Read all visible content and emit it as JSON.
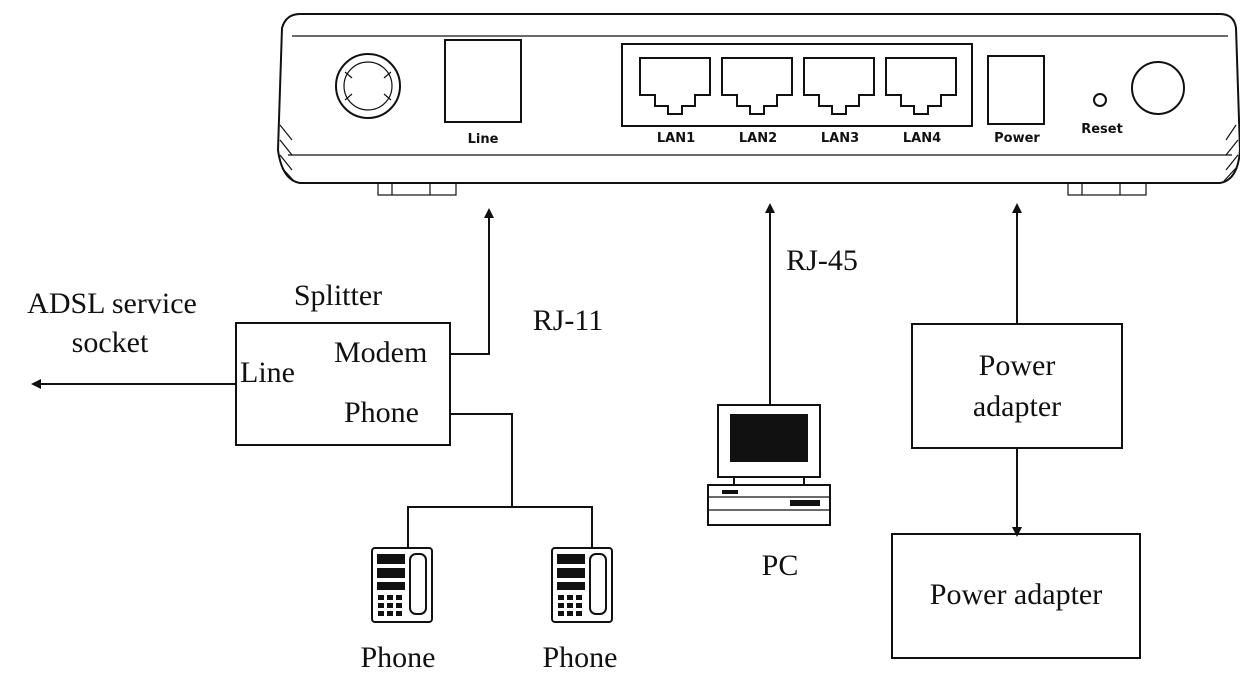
{
  "device": {
    "ports": {
      "line": "Line",
      "lan1": "LAN1",
      "lan2": "LAN2",
      "lan3": "LAN3",
      "lan4": "LAN4",
      "power": "Power",
      "reset": "Reset"
    }
  },
  "labels": {
    "adsl_line1": "ADSL service",
    "adsl_line2": "socket",
    "splitter": "Splitter",
    "splitter_line": "Line",
    "splitter_modem": "Modem",
    "splitter_phone": "Phone",
    "rj11": "RJ-11",
    "rj45": "RJ-45",
    "pc": "PC",
    "phone_left": "Phone",
    "phone_right": "Phone",
    "power_adapter_upper_line1": "Power",
    "power_adapter_upper_line2": "adapter",
    "power_adapter_lower": "Power adapter"
  }
}
